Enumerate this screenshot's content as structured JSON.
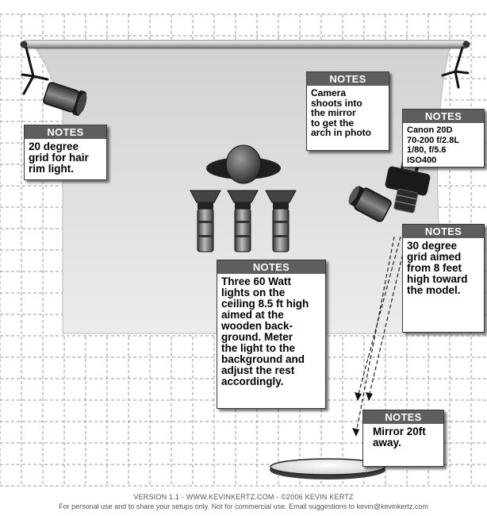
{
  "notes": {
    "hair_light": {
      "header": "NOTES",
      "text": "20 degree\ngrid for hair\nrim light."
    },
    "camera_mirror": {
      "header": "NOTES",
      "text": "Camera\nshoots into\nthe mirror\nto get the\narch in photo"
    },
    "camera_settings": {
      "header": "NOTES",
      "text": "Canon 20D\n70-200 f/2.8L\n1/80, f/5.6\nISO400"
    },
    "grid_light": {
      "header": "NOTES",
      "text": "30 degree\ngrid aimed\nfrom 8 feet\nhigh toward\nthe model."
    },
    "ceiling_lights": {
      "header": "NOTES",
      "text": "Three 60 Watt\nlights on the\nceiling 8.5 ft high\naimed at the\nwooden back-\nground.  Meter\nthe light to the\nbackground and\nadjust the rest\naccordingly."
    },
    "mirror": {
      "header": "NOTES",
      "text": "Mirror 20ft\naway."
    }
  },
  "footer": {
    "line1": "VERSION 1.1   -   WWW.KEVINKERTZ.COM   -   ©2006 KEVIN KERTZ",
    "line2": "For personal use and to share your setups only. Not for commercial use.  Email suggestions to kevin@kevinkertz.com"
  },
  "colors": {
    "note_header": "#5e5e5e",
    "backdrop": "#dcdcdc",
    "grid_line": "#9a9a9a"
  }
}
